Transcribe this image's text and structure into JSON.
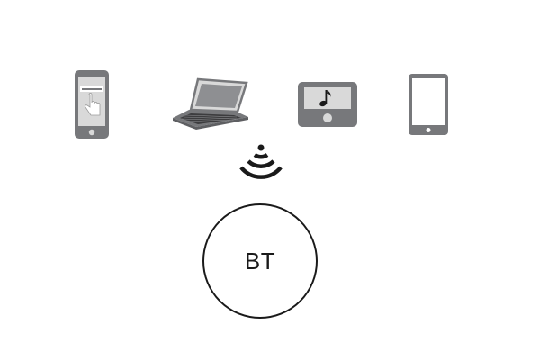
{
  "devices": [
    {
      "id": "smartphone",
      "icon": "smartphone-touch-icon"
    },
    {
      "id": "laptop",
      "icon": "laptop-icon"
    },
    {
      "id": "music-player",
      "icon": "music-player-icon"
    },
    {
      "id": "tablet",
      "icon": "tablet-icon"
    }
  ],
  "signal": {
    "icon": "wireless-signal-icon"
  },
  "speaker": {
    "label": "BT"
  },
  "colors": {
    "device_gray": "#77787b",
    "device_light": "#d9d9d9",
    "outline": "#1a1a1a",
    "background": "#ffffff"
  }
}
